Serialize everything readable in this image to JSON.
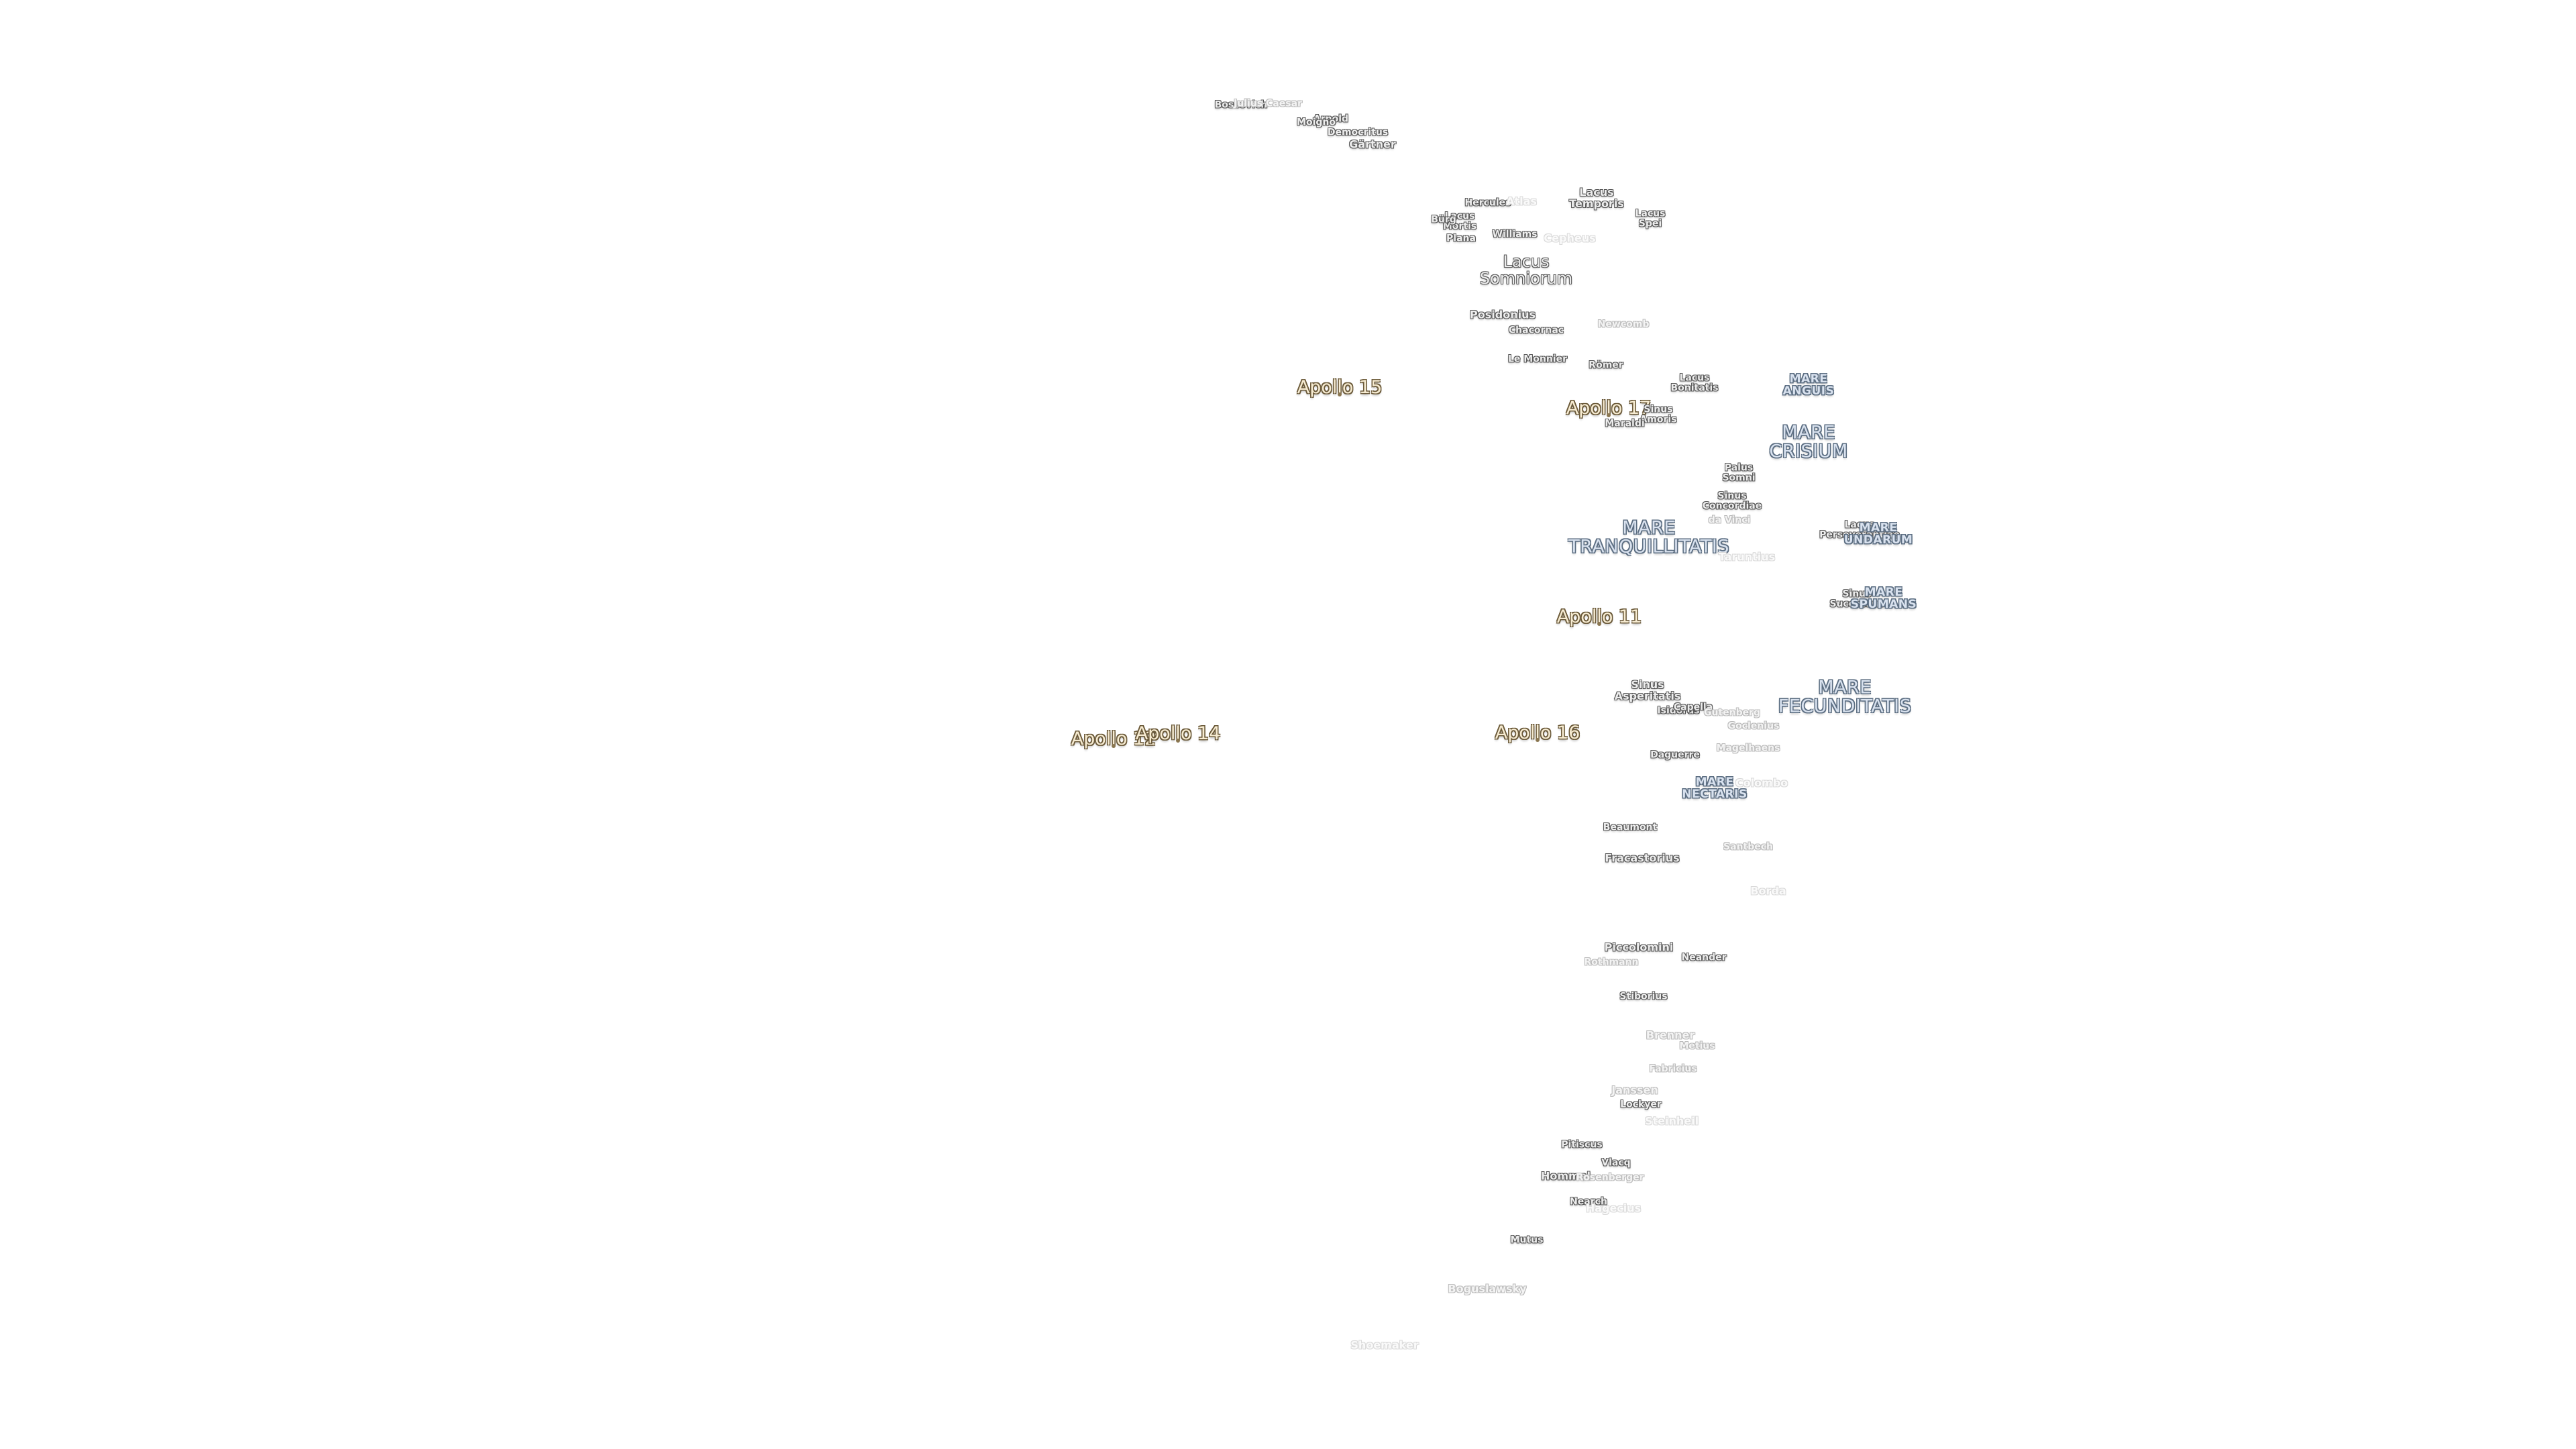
{
  "labels": [
    {
      "text": "Boscovich",
      "cls": "crater c-xs"
    },
    {
      "text": "Julius Caesar",
      "cls": "faint f-xs"
    },
    {
      "text": "Arnold",
      "cls": "crater c-xs"
    },
    {
      "text": "Moigno",
      "cls": "crater c-xs"
    },
    {
      "text": "Democritus",
      "cls": "crater c-xs"
    },
    {
      "text": "Gärtner",
      "cls": "crater c-sm"
    },
    {
      "text": "Hercules",
      "cls": "crater c-xs"
    },
    {
      "text": "Atlas",
      "cls": "vfaint"
    },
    {
      "text": "Lacus\nTemporis",
      "cls": "crater c-sm"
    },
    {
      "text": "Lacus\nSpei",
      "cls": "crater c-xs"
    },
    {
      "text": "Lacus\nMortis",
      "cls": "crater c-xs"
    },
    {
      "text": "Bürg",
      "cls": "crater c-xs"
    },
    {
      "text": "Plana",
      "cls": "crater c-xs"
    },
    {
      "text": "Williams",
      "cls": "crater c-xs"
    },
    {
      "text": "Cepheus",
      "cls": "vfaint"
    },
    {
      "text": "Lacus\nSomniorum",
      "cls": "crater c-lg"
    },
    {
      "text": "Posidonius",
      "cls": "crater c-sm"
    },
    {
      "text": "Chacornac",
      "cls": "crater c-xs"
    },
    {
      "text": "Newcomb",
      "cls": "faint f-xs"
    },
    {
      "text": "Le Monnier",
      "cls": "crater c-xs"
    },
    {
      "text": "Römer",
      "cls": "crater c-xs"
    },
    {
      "text": "Lacus\nBonitatis",
      "cls": "crater c-xs"
    },
    {
      "text": "MARE\nANGUIS",
      "cls": "mare m-sm"
    },
    {
      "text": "Apollo 15",
      "cls": "apollo"
    },
    {
      "text": "Apollo 17",
      "cls": "apollo"
    },
    {
      "text": "Sinus\nAmoris",
      "cls": "crater c-xs"
    },
    {
      "text": "Maraldi",
      "cls": "crater c-xs"
    },
    {
      "text": "MARE\nCRISIUM",
      "cls": "mare"
    },
    {
      "text": "Palus\nSomni",
      "cls": "crater c-xs"
    },
    {
      "text": "Sinus\nConcordiae",
      "cls": "crater c-xs"
    },
    {
      "text": "da Vinci",
      "cls": "faint f-xs"
    },
    {
      "text": "Lacus\nPerseverantiae",
      "cls": "crater c-xs"
    },
    {
      "text": "MARE\nUNDARUM",
      "cls": "mare m-sm"
    },
    {
      "text": "MARE\nTRANQUILLITATIS",
      "cls": "mare"
    },
    {
      "text": "Taruntius",
      "cls": "vfaint"
    },
    {
      "text": "Sinus\nSuccessus",
      "cls": "crater c-xs"
    },
    {
      "text": "MARE\nSPUMANS",
      "cls": "mare m-sm"
    },
    {
      "text": "Apollo 11",
      "cls": "apollo"
    },
    {
      "text": "Sinus\nAsperitatis",
      "cls": "crater c-sm"
    },
    {
      "text": "Isidorus",
      "cls": "crater c-xs"
    },
    {
      "text": "Capella",
      "cls": "crater c-xs"
    },
    {
      "text": "Gutenberg",
      "cls": "faint f-xs"
    },
    {
      "text": "Goclenius",
      "cls": "faint f-xs"
    },
    {
      "text": "MARE\nFECUNDITATIS",
      "cls": "mare"
    },
    {
      "text": "Apollo 12",
      "cls": "apollo"
    },
    {
      "text": "Apollo 14",
      "cls": "apollo"
    },
    {
      "text": "Apollo 16",
      "cls": "apollo"
    },
    {
      "text": "Magelhaens",
      "cls": "faint f-xs"
    },
    {
      "text": "Daguerre",
      "cls": "crater c-xs"
    },
    {
      "text": "MARE\nNECTARIS",
      "cls": "mare m-sm"
    },
    {
      "text": "Colombo",
      "cls": "vfaint"
    },
    {
      "text": "Beaumont",
      "cls": "crater c-xs"
    },
    {
      "text": "Fracastorius",
      "cls": "crater c-sm"
    },
    {
      "text": "Santbech",
      "cls": "faint f-xs"
    },
    {
      "text": "Borda",
      "cls": "vfaint"
    },
    {
      "text": "Piccolomini",
      "cls": "crater c-sm"
    },
    {
      "text": "Rothmann",
      "cls": "faint f-xs"
    },
    {
      "text": "Neander",
      "cls": "crater c-xs"
    },
    {
      "text": "Stiborius",
      "cls": "crater c-xs"
    },
    {
      "text": "Brenner",
      "cls": "faint"
    },
    {
      "text": "Metius",
      "cls": "faint f-xs"
    },
    {
      "text": "Fabricius",
      "cls": "faint f-xs"
    },
    {
      "text": "Janssen",
      "cls": "faint c-lg"
    },
    {
      "text": "Lockyer",
      "cls": "crater c-xs"
    },
    {
      "text": "Steinheil",
      "cls": "vfaint"
    },
    {
      "text": "Pitiscus",
      "cls": "crater c-xs"
    },
    {
      "text": "Vlacq",
      "cls": "crater c-xs"
    },
    {
      "text": "Hommel",
      "cls": "crater c-sm"
    },
    {
      "text": "Rosenberger",
      "cls": "faint f-xs"
    },
    {
      "text": "Nearch",
      "cls": "crater c-xs"
    },
    {
      "text": "Hagecius",
      "cls": "vfaint"
    },
    {
      "text": "Mutus",
      "cls": "crater c-xs"
    },
    {
      "text": "Boguslawsky",
      "cls": "faint"
    },
    {
      "text": "Shoemaker",
      "cls": "vfaint"
    }
  ]
}
